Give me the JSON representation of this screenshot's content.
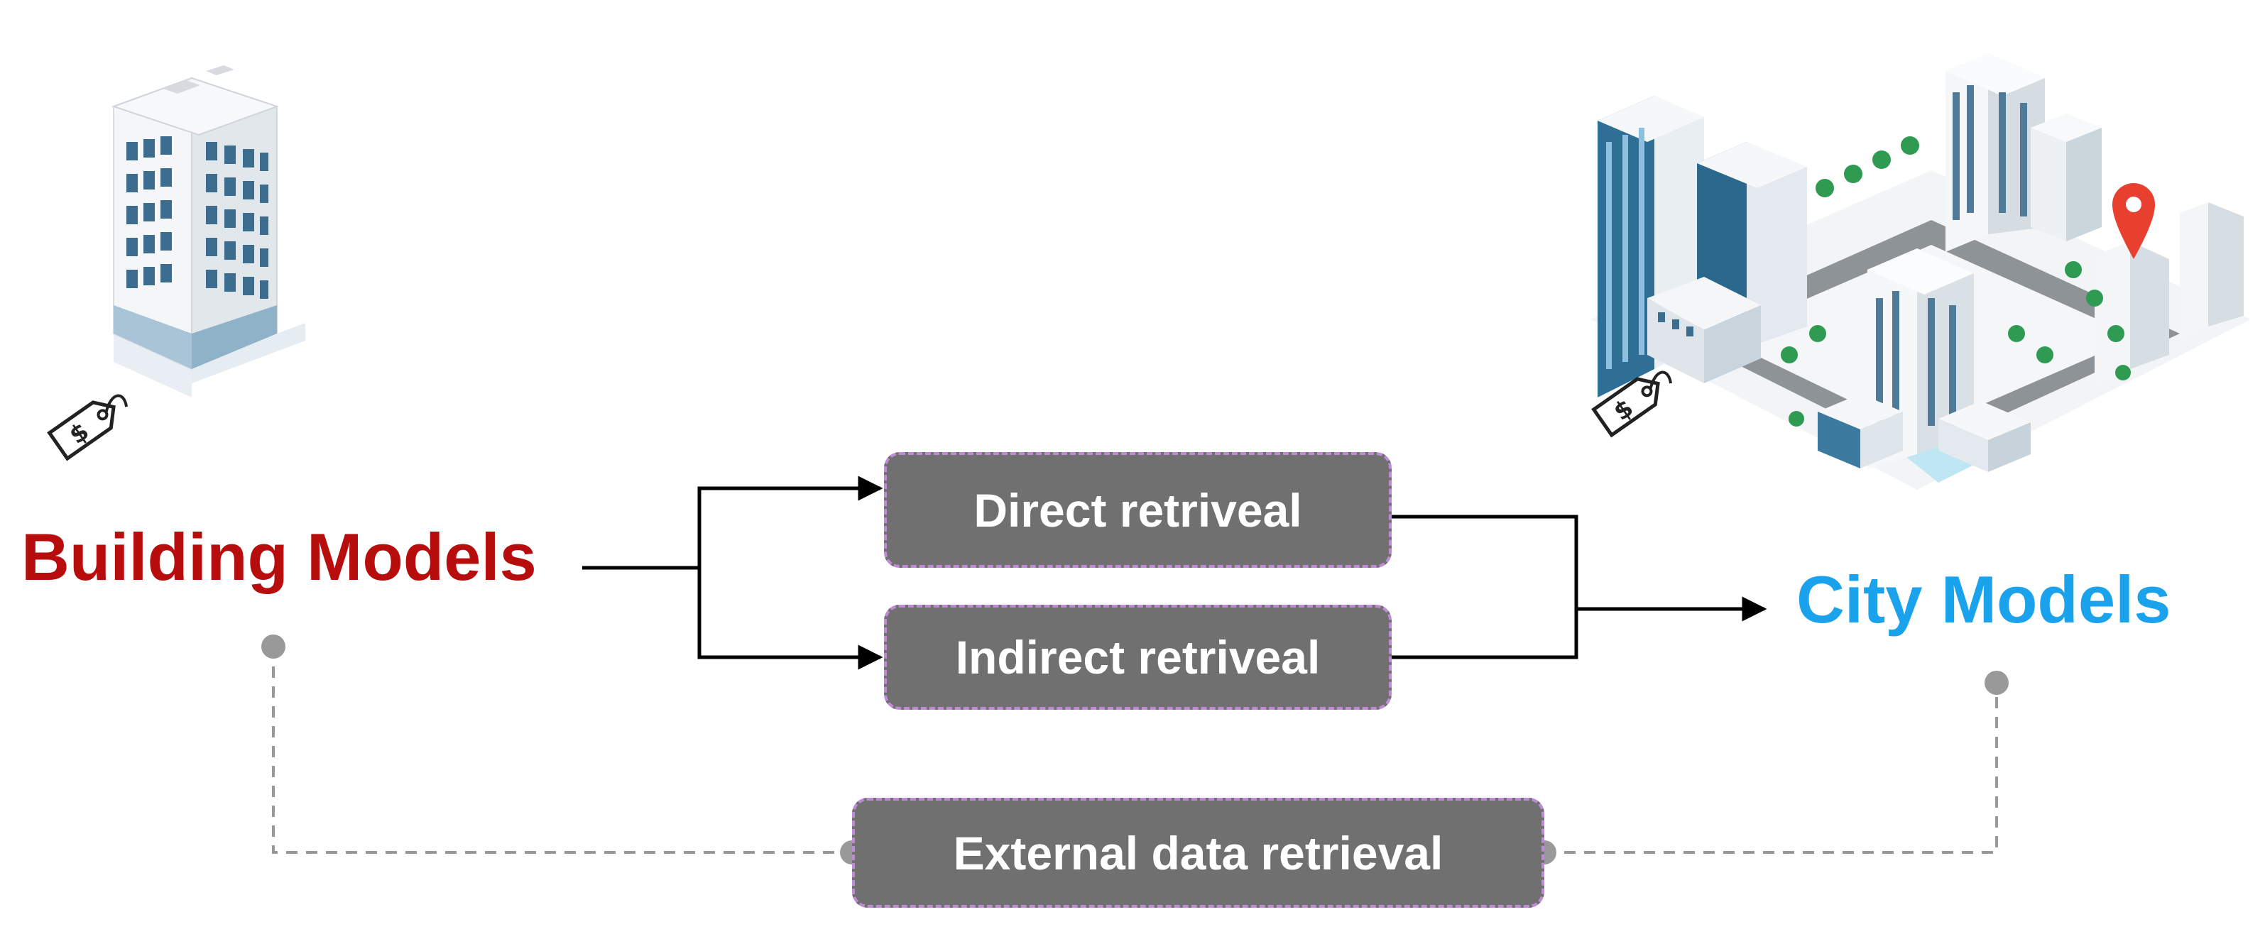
{
  "nodes": {
    "building": {
      "label": "Building Models",
      "color": "#b80d0d",
      "icon": "office-tower-icon",
      "tag_icon": "price-tag-icon"
    },
    "city": {
      "label": "City Models",
      "color": "#1aa3ec",
      "icon": "isometric-city-icon",
      "pin_icon": "location-pin-icon",
      "tag_icon": "price-tag-icon"
    }
  },
  "processes": {
    "direct": "Direct retriveal",
    "indirect": "Indirect retriveal",
    "external": "External data retrieval"
  },
  "colors": {
    "process_fill": "#707070",
    "process_border": "#c08ad6",
    "process_text": "#ffffff",
    "arrow": "#000000",
    "dashed_link": "#999999"
  }
}
